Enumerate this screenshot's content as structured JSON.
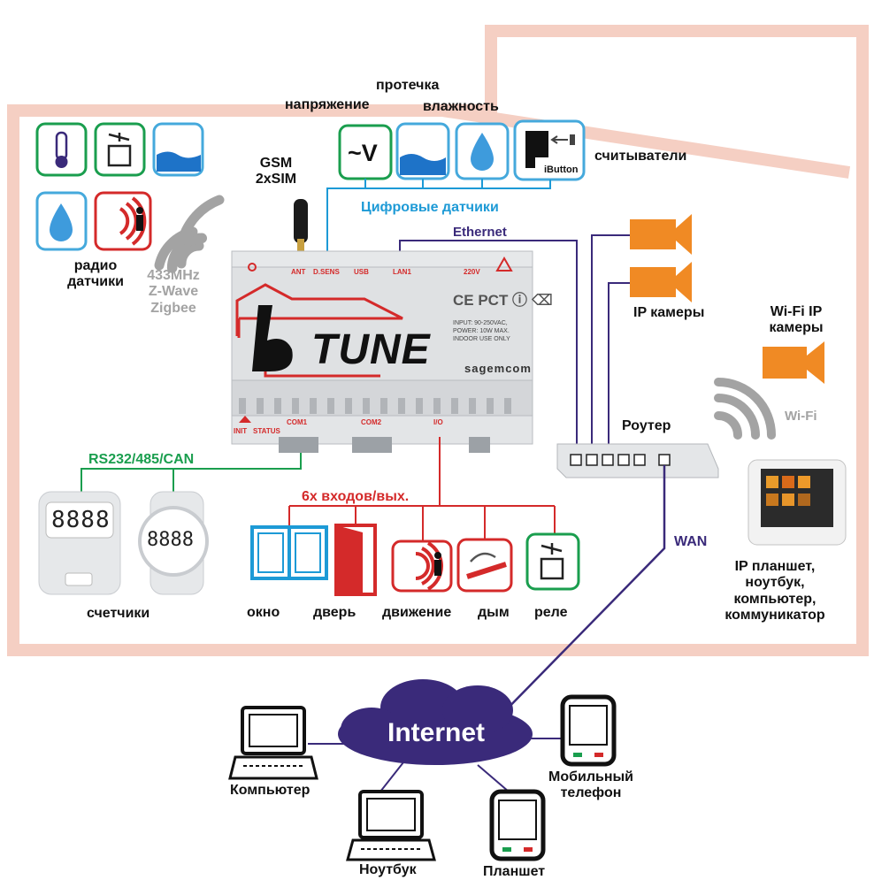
{
  "colors": {
    "house_outline": "#f5cfc3",
    "green": "#1a9e4e",
    "blue": "#1d9ad6",
    "navy": "#3a2a7a",
    "red": "#d42a2a",
    "orange": "#f08a24",
    "gray": "#a3a3a3"
  },
  "radio": {
    "label": "радио\nдатчики",
    "protocols": "433MHz\nZ-Wave\nZigbee"
  },
  "gsm": {
    "label": "GSM\n2xSIM"
  },
  "digital": {
    "voltage": "напряжение",
    "leak": "протечка",
    "humidity": "влажность",
    "readers": "считыватели",
    "ibutton": "iButton",
    "bus_label": "Цифровые датчики",
    "volt_symbol": "~V"
  },
  "device": {
    "ports_top": [
      "ANT",
      "D.SENS",
      "USB",
      "LAN1",
      "220V"
    ],
    "ports_bottom": [
      "COM1",
      "COM2",
      "I/O"
    ],
    "init": "INIT",
    "status": "STATUS",
    "brand": "TUNE",
    "brand_letter": "b",
    "maker": "sagemcom",
    "specs": "INPUT: 90-250VAC,\nPOWER: 10W MAX.\nINDOOR USE ONLY",
    "marks": "CE PCT ⓘ ⌫"
  },
  "ethernet": {
    "label": "Ethernet"
  },
  "cameras": {
    "ip_label": "IP камеры",
    "wifi_label": "Wi-Fi IP\nкамеры"
  },
  "router": {
    "label": "Роутер",
    "wifi": "Wi-Fi",
    "wan": "WAN"
  },
  "tablet": {
    "label": "IP планшет,\nноутбук,\nкомпьютер,\nкоммуникатор"
  },
  "bus": {
    "rs_label": "RS232/485/CAN",
    "io_label": "6х входов/вых."
  },
  "meters": {
    "label": "счетчики",
    "display": "8888"
  },
  "io_devices": [
    {
      "key": "window",
      "label": "окно"
    },
    {
      "key": "door",
      "label": "дверь"
    },
    {
      "key": "motion",
      "label": "движение"
    },
    {
      "key": "smoke",
      "label": "дым"
    },
    {
      "key": "relay",
      "label": "реле"
    }
  ],
  "internet": {
    "label": "Internet",
    "computer": "Компьютер",
    "laptop": "Ноутбук",
    "tablet": "Планшет",
    "phone": "Мобильный\nтелефон"
  }
}
